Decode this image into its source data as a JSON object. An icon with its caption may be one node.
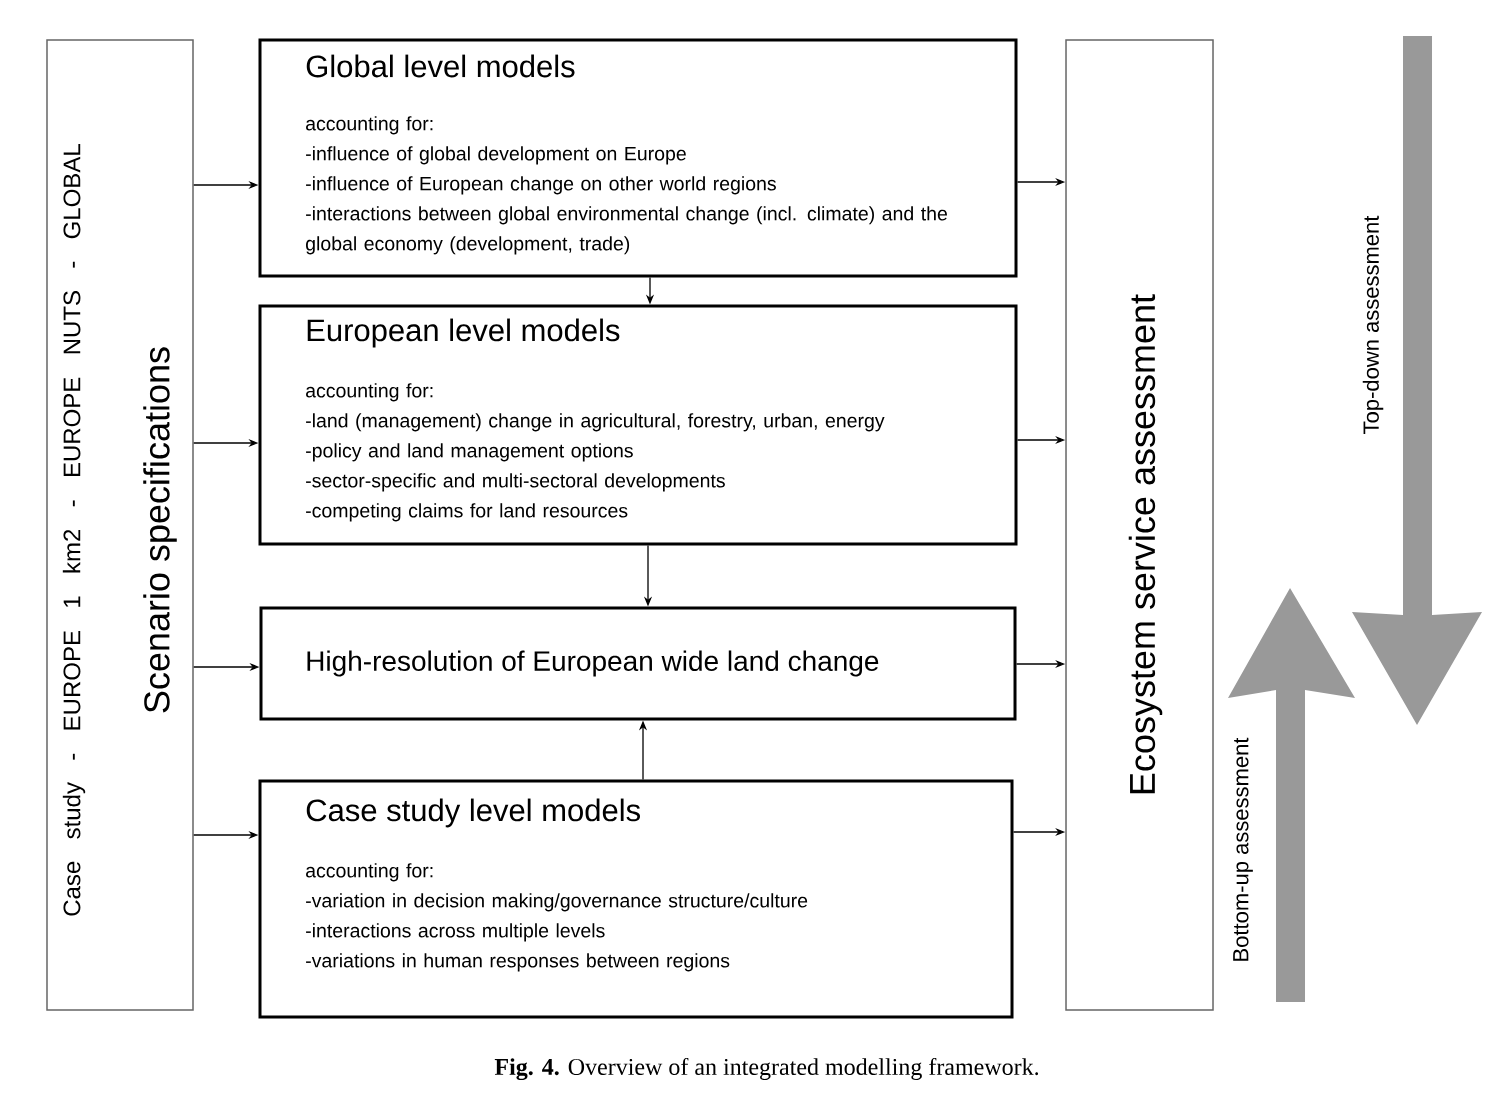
{
  "diagram": {
    "caption": "**Fig. 4.** Overview of an integrated modelling framework.",
    "nodes": [
      {
        "text": [
          "Case study - EUROPE 1 km2 - EUROPE NUTS - GLOBAL",
          "Scenario specifications"
        ]
      },
      {
        "text": [
          "Global level models",
          "accounting for:",
          "-influence of global development on Europe",
          "-influence of European change on other world regions",
          "-interactions between global environmental change (incl. climate) and the global economy (development, trade)"
        ]
      },
      {
        "text": [
          "European level models",
          "accounting for:",
          "-land (management) change in agricultural, forestry, urban, energy",
          "-policy and land management options",
          "-sector-specific and multi-sectoral developments",
          "-competing claims for land resources"
        ]
      },
      {
        "text": [
          "High-resolution of European wide land change"
        ]
      },
      {
        "text": [
          "Case study level models",
          "accounting for:",
          "-variation in decision making/governance structure/culture",
          "-interactions across multiple levels",
          "-variations in human responses between regions"
        ]
      },
      {
        "text": [
          "Ecosystem service assessment"
        ]
      }
    ],
    "edges": [
      {
        "from": 0,
        "to": 1,
        "arrow": "to"
      },
      {
        "from": 0,
        "to": 2,
        "arrow": "to"
      },
      {
        "from": 0,
        "to": 3,
        "arrow": "to"
      },
      {
        "from": 0,
        "to": 4,
        "arrow": "to"
      },
      {
        "from": 1,
        "to": 2,
        "arrow": "to"
      },
      {
        "from": 2,
        "to": 3,
        "arrow": "to"
      },
      {
        "from": 4,
        "to": 3,
        "arrow": "to"
      },
      {
        "from": 1,
        "to": 5,
        "arrow": "to"
      },
      {
        "from": 2,
        "to": 5,
        "arrow": "to"
      },
      {
        "from": 3,
        "to": 5,
        "arrow": "to"
      },
      {
        "from": 4,
        "to": 5,
        "arrow": "to"
      }
    ],
    "labels": [
      "Top-down assessment",
      "Bottom-up assessment"
    ]
  }
}
